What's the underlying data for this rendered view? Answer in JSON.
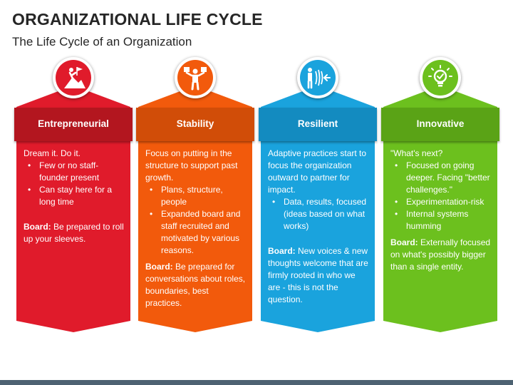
{
  "title": "ORGANIZATIONAL LIFE CYCLE",
  "subtitle": "The Life Cycle of an Organization",
  "board_label": "Board:",
  "columns": [
    {
      "name": "Entrepreneurial",
      "color": "#e01b2b",
      "header_color": "#b3161f",
      "icon": "mountain-climber-flag-icon",
      "intro": "Dream it. Do it.",
      "bullets": [
        "Few or no staff-founder present",
        "Can stay here for a long time"
      ],
      "board": "Be prepared to roll up your sleeves."
    },
    {
      "name": "Stability",
      "color": "#f25a0c",
      "header_color": "#d14d08",
      "icon": "person-lifting-boxes-icon",
      "intro": "Focus on putting in the structure to support past growth.",
      "bullets": [
        "Plans, structure, people",
        "Expanded board and staff recruited and motivated by various reasons."
      ],
      "board": "Be prepared for conversations about roles, boundaries, best practices."
    },
    {
      "name": "Resilient",
      "color": "#1aa3dd",
      "header_color": "#138bc0",
      "icon": "person-wave-resistance-icon",
      "intro": "Adaptive practices start to focus the organization outward to partner for impact.",
      "bullets": [
        "Data, results, focused (ideas based on what works)"
      ],
      "board": "New voices & new thoughts welcome that are firmly rooted in who we are - this is not the question."
    },
    {
      "name": "Innovative",
      "color": "#6cc01e",
      "header_color": "#5aa316",
      "icon": "lightbulb-idea-icon",
      "intro": "\"What's next?",
      "bullets": [
        "Focused on going deeper. Facing \"better challenges.\"",
        "Experimentation-risk",
        "Internal systems humming"
      ],
      "board": "Externally focused on what's possibly bigger than a single entity."
    }
  ]
}
